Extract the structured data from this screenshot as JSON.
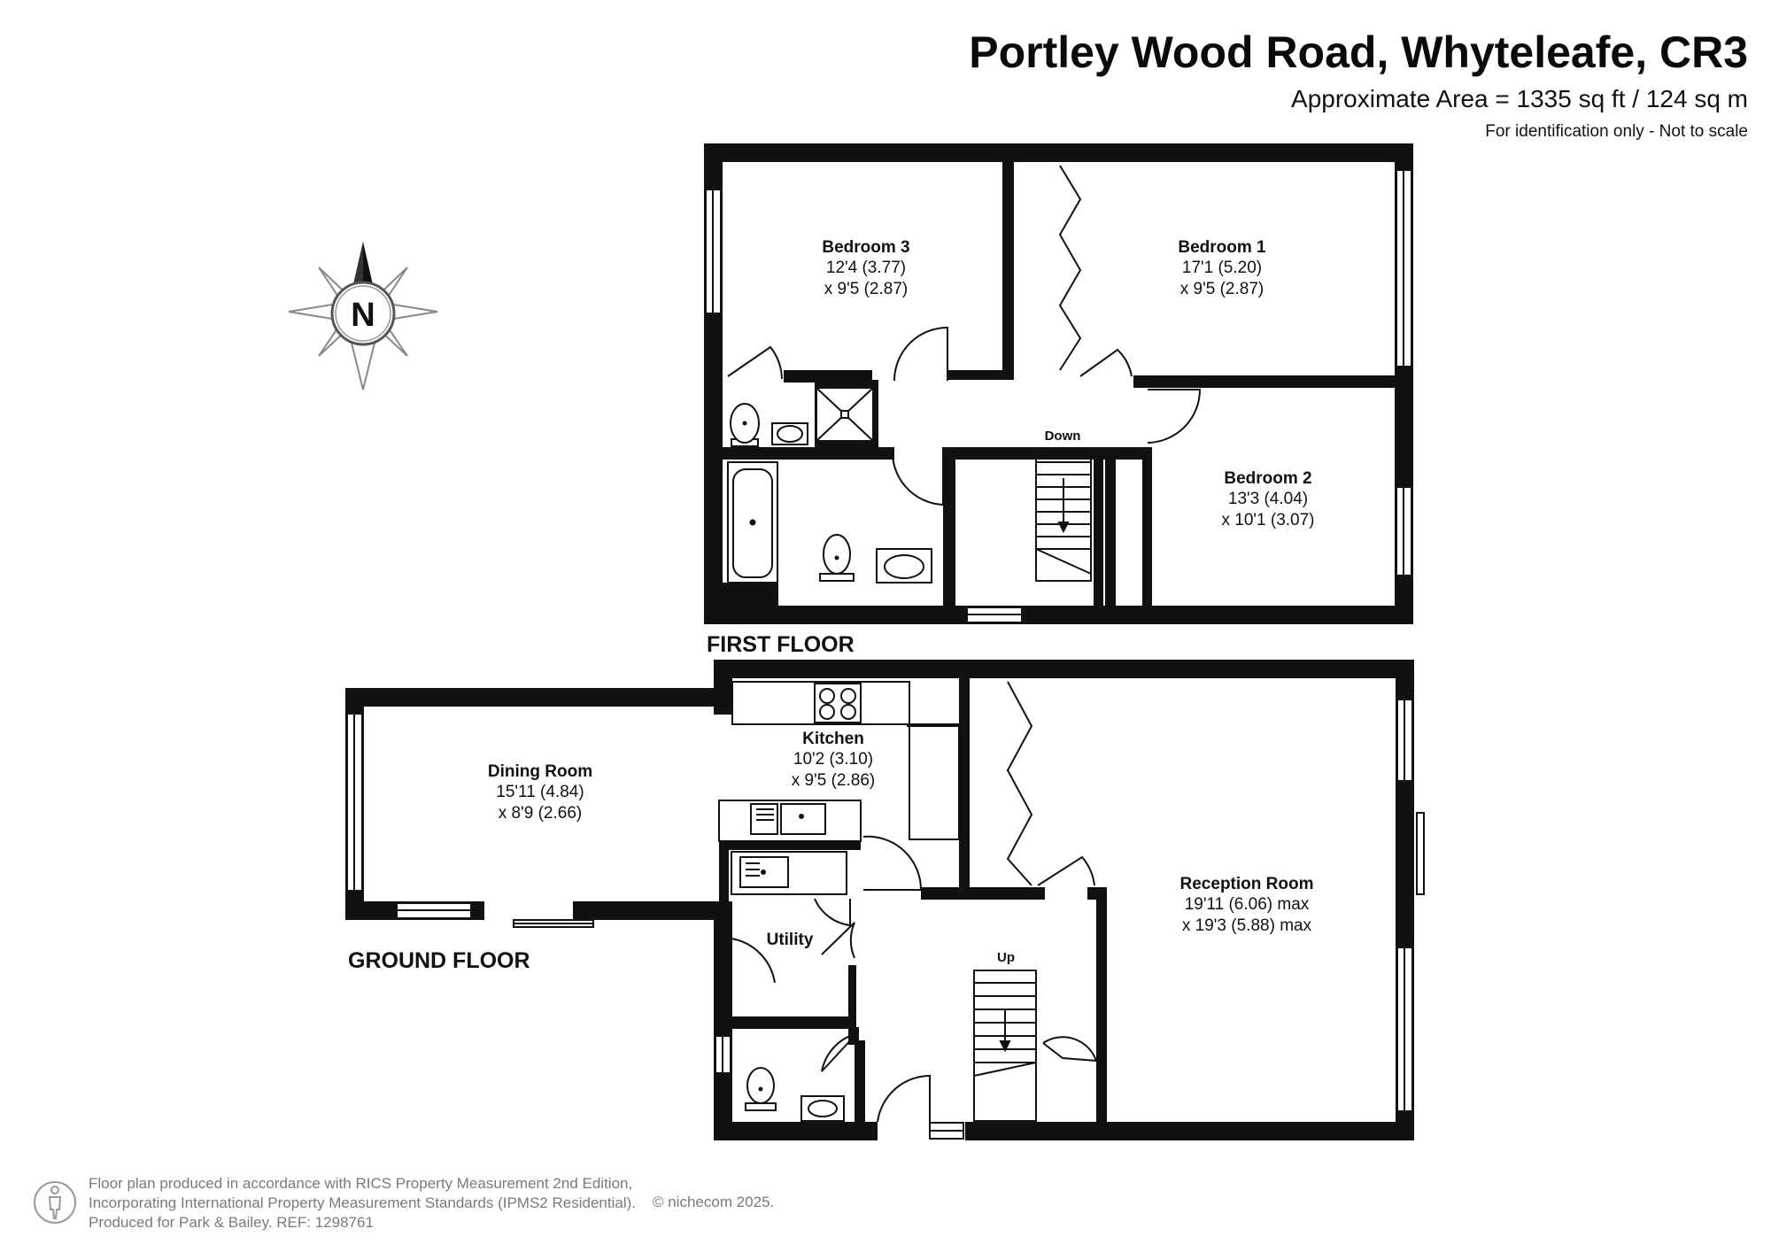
{
  "header": {
    "title": "Portley Wood Road, Whyteleafe, CR3",
    "area": "Approximate Area = 1335 sq ft / 124 sq m",
    "note": "For identification only - Not to scale"
  },
  "compass": {
    "label": "N"
  },
  "floors": {
    "first": {
      "label": "FIRST FLOOR",
      "rooms": [
        {
          "name": "Bedroom 3",
          "dim1": "12'4 (3.77)",
          "dim2": "x 9'5 (2.87)"
        },
        {
          "name": "Bedroom 1",
          "dim1": "17'1 (5.20)",
          "dim2": "x 9'5 (2.87)"
        },
        {
          "name": "Bedroom 2",
          "dim1": "13'3 (4.04)",
          "dim2": "x 10'1 (3.07)"
        }
      ],
      "stairs_label": "Down"
    },
    "ground": {
      "label": "GROUND FLOOR",
      "rooms": [
        {
          "name": "Dining Room",
          "dim1": "15'11 (4.84)",
          "dim2": "x 8'9 (2.66)"
        },
        {
          "name": "Kitchen",
          "dim1": "10'2 (3.10)",
          "dim2": "x 9'5 (2.86)"
        },
        {
          "name": "Reception Room",
          "dim1": "19'11 (6.06) max",
          "dim2": "x 19'3 (5.88) max"
        },
        {
          "name": "Utility"
        }
      ],
      "stairs_label": "Up"
    }
  },
  "footer": {
    "line1": "Floor plan produced in accordance with RICS Property Measurement 2nd Edition,",
    "line2": "Incorporating International Property Measurement Standards (IPMS2 Residential).",
    "line3": "Produced for Park & Bailey.   REF:  1298761",
    "copyright": "© nichecom 2025."
  },
  "icons": [
    "compass-icon",
    "person-icon",
    "toilet-icon",
    "basin-icon",
    "bath-icon",
    "shower-icon",
    "hob-icon",
    "sink-icon"
  ]
}
